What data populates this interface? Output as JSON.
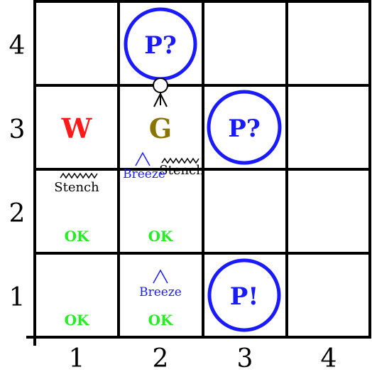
{
  "grid": {
    "row_labels": [
      "4",
      "3",
      "2",
      "1"
    ],
    "col_labels": [
      "1",
      "2",
      "3",
      "4"
    ]
  },
  "cells": {
    "wumpus": "W",
    "gold": "G",
    "pit_maybe_top": "P?",
    "pit_maybe_right": "P?",
    "pit_confirmed": "P!",
    "stench_1_2": "Stench",
    "stench_2_3": "Stench",
    "breeze_2_3": "Breeze",
    "breeze_2_1": "Breeze",
    "ok_1_2": "OK",
    "ok_2_2": "OK",
    "ok_1_1": "OK",
    "ok_2_1": "OK"
  },
  "colors": {
    "wumpus": "#ff1a1a",
    "gold": "#8a7500",
    "pit": "#1a1aff",
    "breeze": "#1a1aff",
    "ok": "#22ee22",
    "grid": "#000000"
  }
}
